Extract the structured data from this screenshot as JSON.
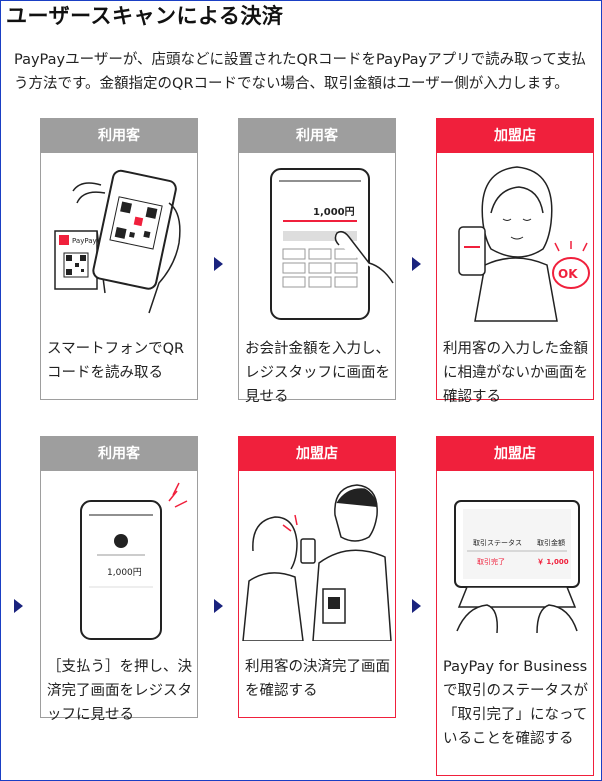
{
  "title": "ユーザースキャンによる決済",
  "description": "PayPayユーザーが、店頭などに設置されたQRコードをPayPayアプリで読み取って支払う方法です。金額指定のQRコードでない場合、取引金額はユーザー側が入力します。",
  "steps": [
    {
      "role": "利用客",
      "text": "スマートフォンでQRコードを読み取る",
      "illus_label": "PayPay"
    },
    {
      "role": "利用客",
      "text": "お会計金額を入力し、レジスタッフに画面を見せる",
      "illus_label": "1,000円"
    },
    {
      "role": "加盟店",
      "text": "利用客の入力した金額に相違がないか画面を確認する",
      "illus_label": "OK"
    },
    {
      "role": "利用客",
      "text": "［支払う］を押し、決済完了画面をレジスタッフに見せる",
      "illus_label": "1,000円"
    },
    {
      "role": "加盟店",
      "text": "利用客の決済完了画面を確認する"
    },
    {
      "role": "加盟店",
      "text": "PayPay for Businessで取引のステータスが「取引完了」になっていることを確認する",
      "illus_status_header": "取引ステータス",
      "illus_amount_header": "取引金額",
      "illus_status_value": "取引完了",
      "illus_amount_value": "￥ 1,000"
    }
  ],
  "colors": {
    "customer_header": "#9e9e9e",
    "merchant_header": "#f0203c",
    "arrow": "#1a237e",
    "frame": "#1a3fc4"
  }
}
